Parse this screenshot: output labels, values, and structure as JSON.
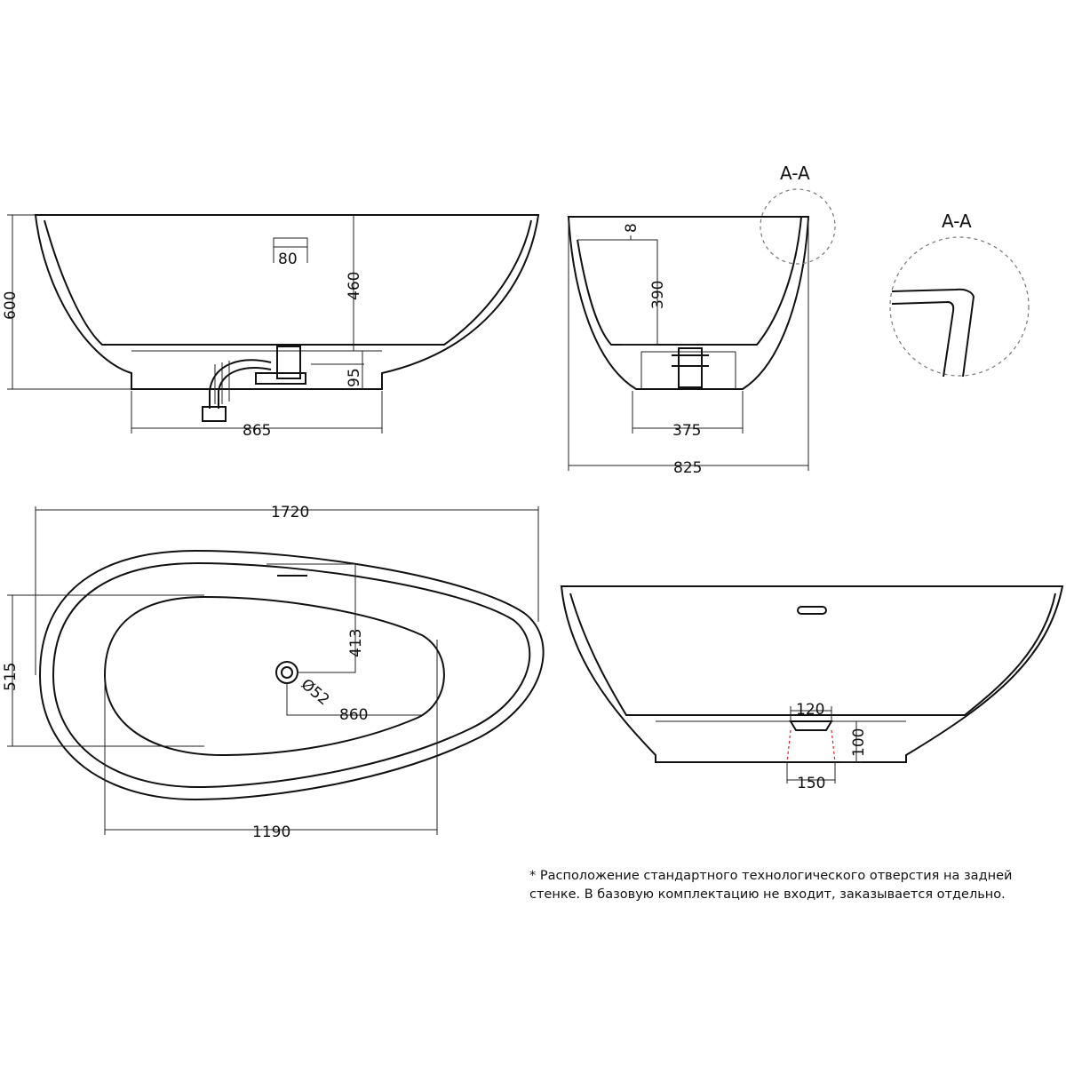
{
  "section_labels": {
    "main": "A-A",
    "detail": "A-A"
  },
  "front_view": {
    "height": "600",
    "depth": "460",
    "overflow": "80",
    "plinth_height": "95",
    "plinth_width": "865"
  },
  "side_view": {
    "rim": "8",
    "depth": "390",
    "plinth_width": "375",
    "width": "825"
  },
  "plan_view": {
    "length": "1720",
    "width": "515",
    "drain_offset_y": "413",
    "drain_diameter": "Ø52",
    "drain_offset_x": "860",
    "inner_length": "1190"
  },
  "back_view": {
    "hole_top": "120",
    "hole_height": "100",
    "hole_bottom": "150"
  },
  "footnote": {
    "line1": "* Расположение стандартного технологического отверстия на задней",
    "line2": "стенке. В базовую комплектацию не входит, заказывается отдельно."
  }
}
